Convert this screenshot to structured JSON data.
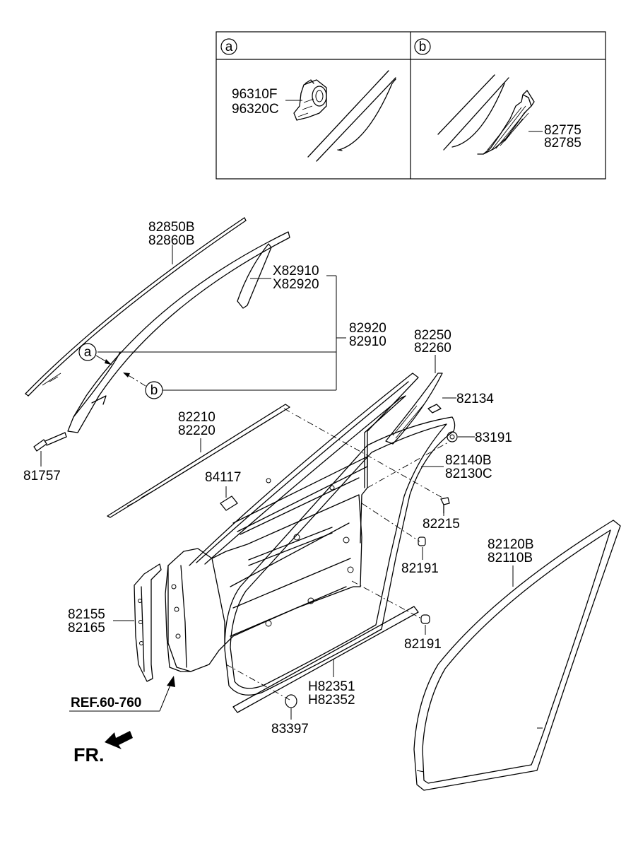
{
  "inset_box": {
    "panel_a": {
      "marker": "a",
      "parts": [
        "96310F",
        "96320C"
      ]
    },
    "panel_b": {
      "marker": "b",
      "parts": [
        "82775",
        "82785"
      ]
    }
  },
  "callouts": {
    "marker_a": "a",
    "marker_b": "b"
  },
  "labels": {
    "l_82850B": "82850B",
    "l_82860B": "82860B",
    "l_X82910": "X82910",
    "l_X82920": "X82920",
    "l_82920": "82920",
    "l_82910": "82910",
    "l_82250": "82250",
    "l_82260": "82260",
    "l_82134": "82134",
    "l_83191": "83191",
    "l_82210": "82210",
    "l_82220": "82220",
    "l_82140B": "82140B",
    "l_82130C": "82130C",
    "l_84117": "84117",
    "l_81757": "81757",
    "l_82215": "82215",
    "l_82191a": "82191",
    "l_82120B": "82120B",
    "l_82110B": "82110B",
    "l_82155": "82155",
    "l_82165": "82165",
    "l_82191b": "82191",
    "l_H82351": "H82351",
    "l_H82352": "H82352",
    "l_ref": "REF.60-760",
    "l_83397": "83397",
    "l_fr": "FR."
  }
}
